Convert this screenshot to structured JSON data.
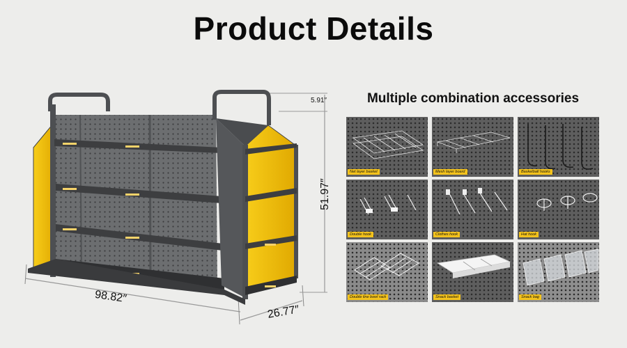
{
  "title": "Product Details",
  "dimensions": {
    "width": "98.82″",
    "depth": "26.77″",
    "height": "51.97″",
    "top": "5.91″"
  },
  "accessories": {
    "title": "Multiple combination accessories",
    "items": [
      {
        "label": "Net layer basket",
        "icon": "wire-basket-icon"
      },
      {
        "label": "Mesh layer board",
        "icon": "mesh-board-icon"
      },
      {
        "label": "Basketball hooks",
        "icon": "basketball-hooks-icon"
      },
      {
        "label": "Double hook",
        "icon": "double-hook-icon"
      },
      {
        "label": "Clothes hook",
        "icon": "clothes-hook-icon"
      },
      {
        "label": "Hat hook",
        "icon": "hat-hook-icon"
      },
      {
        "label": "Double line bowl rack",
        "icon": "bowl-rack-icon"
      },
      {
        "label": "Snack basket",
        "icon": "snack-basket-icon"
      },
      {
        "label": "Snack bag",
        "icon": "snack-bag-icon"
      }
    ]
  },
  "colors": {
    "frame": "#4d4f52",
    "panel": "#6a6c6e",
    "side_panel": "#f5c400",
    "tag": "#f4c31c"
  }
}
